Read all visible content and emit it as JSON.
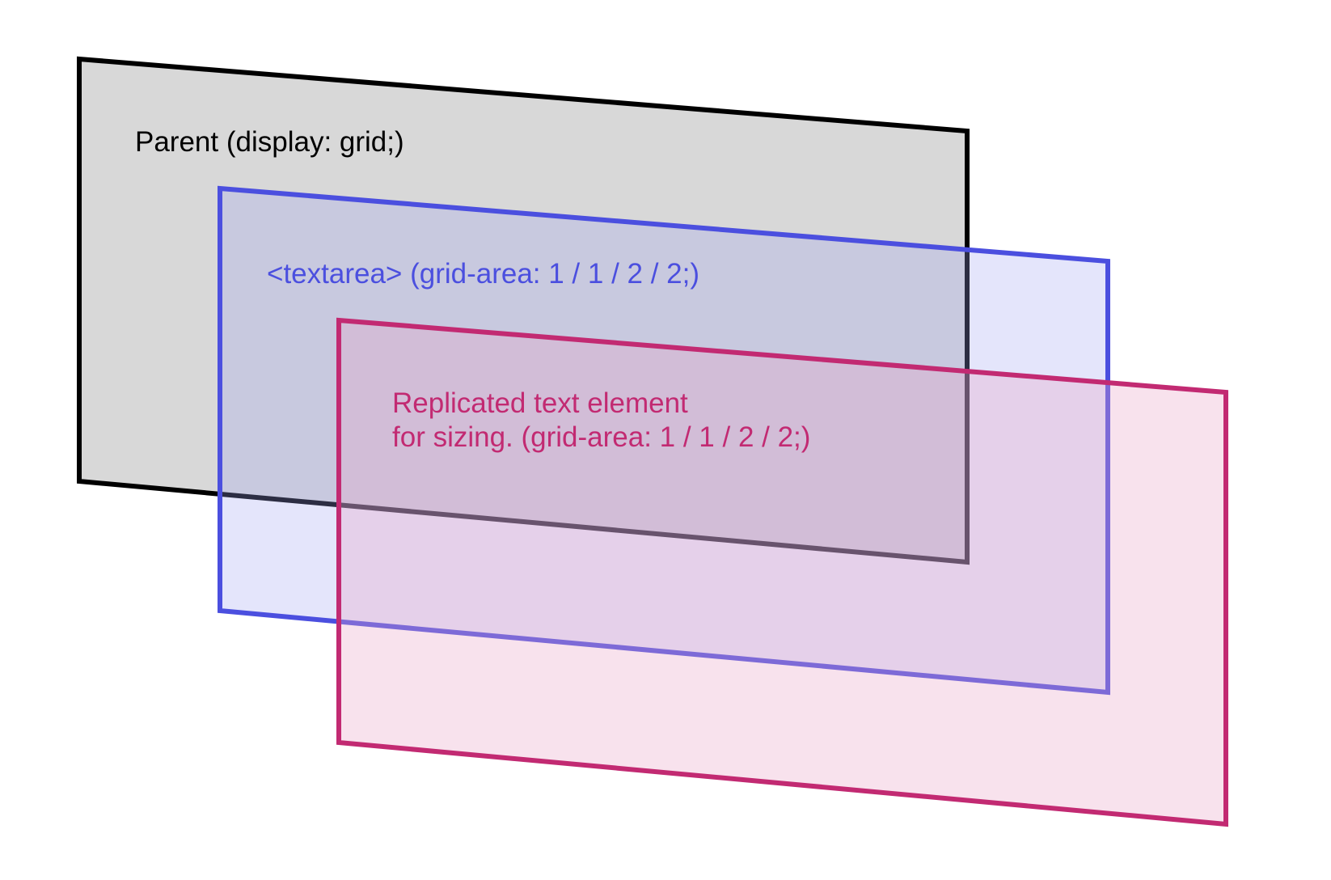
{
  "layers": [
    {
      "id": "parent",
      "lines": [
        "Parent (display: grid;)"
      ],
      "stroke": "#000000",
      "fill": "#d8d8d8",
      "fill_opacity": 1
    },
    {
      "id": "textarea",
      "lines": [
        "<textarea> (grid-area: 1 / 1 / 2 / 2;)"
      ],
      "stroke": "#4b4fdf",
      "fill": "#9ea2f0",
      "fill_opacity": 0.28
    },
    {
      "id": "replica",
      "lines": [
        "Replicated text element",
        "for sizing.  (grid-area: 1 / 1 / 2 / 2;)"
      ],
      "stroke": "#c22a72",
      "fill": "#e8a6c6",
      "fill_opacity": 0.32
    }
  ]
}
